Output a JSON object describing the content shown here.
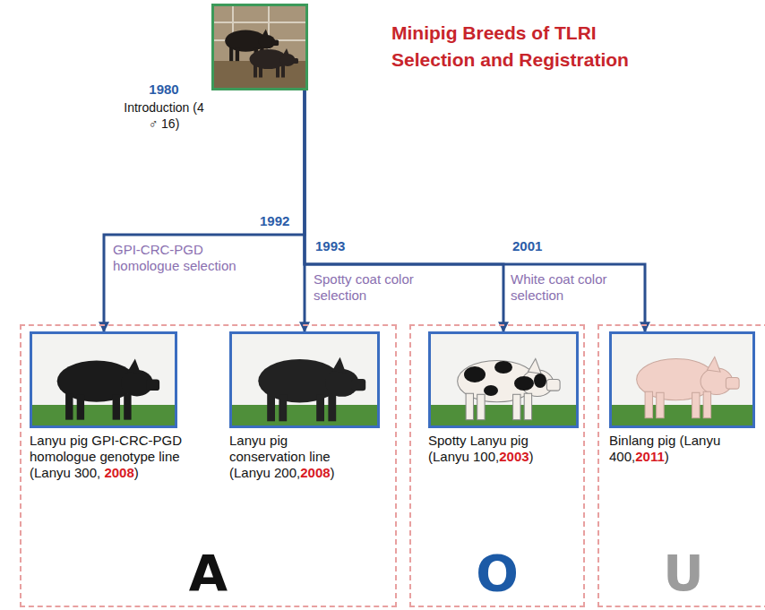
{
  "diagram": {
    "title": "Minipig Breeds of TLRI Selection and Registration",
    "nodes": [
      {
        "text": [
          "1980",
          "Introduction (4 ♂ 16)"
        ]
      },
      {
        "text": [
          "A"
        ]
      },
      {
        "text": [
          "Lanyu pig GPI-CRC-PGD homologue genotype line (Lanyu 300, 2008)"
        ],
        "in": 1
      },
      {
        "text": [
          "Lanyu pig conservation line (Lanyu 200,2008)"
        ],
        "in": 1
      },
      {
        "text": [
          "O"
        ]
      },
      {
        "text": [
          "Spotty Lanyu pig (Lanyu 100,2003)"
        ],
        "in": 4
      },
      {
        "text": [
          "U"
        ]
      },
      {
        "text": [
          "Binlang pig (Lanyu 400,2011)"
        ],
        "in": 6
      }
    ],
    "edges": [
      {
        "from": 0,
        "to": 2,
        "arrow": "to",
        "label": "GPI-CRC-PGD homologue selection"
      },
      {
        "from": 0,
        "to": 3,
        "arrow": "to"
      },
      {
        "from": 0,
        "to": 5,
        "arrow": "to",
        "label": "Spotty coat color selection"
      },
      {
        "from": 0,
        "to": 7,
        "arrow": "to",
        "label": "White coat color selection"
      }
    ],
    "labels": [
      "1992",
      "1993",
      "2001"
    ]
  }
}
